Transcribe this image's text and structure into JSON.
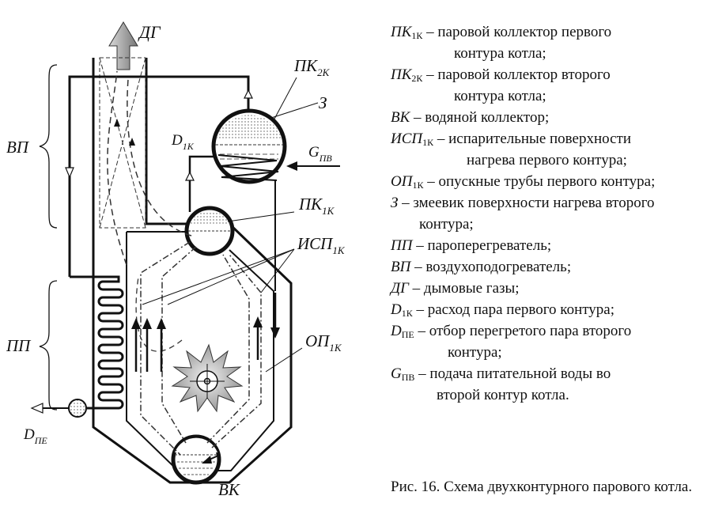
{
  "labels": {
    "dg": "ДГ",
    "pk2_main": "ПК",
    "pk2_sub": "2К",
    "z": "З",
    "d1_main": "D",
    "d1_sub": "1К",
    "gpv_main": "G",
    "gpv_sub": "ПВ",
    "pk1_main": "ПК",
    "pk1_sub": "1К",
    "isp_main": "ИСП",
    "isp_sub": "1К",
    "op_main": "ОП",
    "op_sub": "1К",
    "vp": "ВП",
    "pp": "ПП",
    "dpe_main": "D",
    "dpe_sub": "ПЕ",
    "vk": "ВК"
  },
  "legend": [
    {
      "sym": "ПК",
      "sub": "1К",
      "text": " – паровой коллектор первого",
      "cont": "контура котла;",
      "cont_indent": 80
    },
    {
      "sym": "ПК",
      "sub": "2К",
      "text": " – паровой коллектор второго",
      "cont": "контура котла;",
      "cont_indent": 80
    },
    {
      "sym": "ВК",
      "sub": "",
      "text": " – водяной коллектор;"
    },
    {
      "sym": "ИСП",
      "sub": "1К",
      "text": " – испарительные поверхности",
      "cont": "нагрева первого контура;",
      "cont_indent": 96
    },
    {
      "sym": "ОП",
      "sub": "1К",
      "text": " – опускные трубы первого контура;"
    },
    {
      "sym": "З",
      "sub": "",
      "text": " – змеевик поверхности нагрева второго",
      "cont": "контура;",
      "cont_indent": 36
    },
    {
      "sym": "ПП",
      "sub": "",
      "text": " – пароперегреватель;"
    },
    {
      "sym": "ВП",
      "sub": "",
      "text": " – воздухоподогреватель;"
    },
    {
      "sym": "ДГ",
      "sub": "",
      "text": " – дымовые газы;"
    },
    {
      "sym": "D",
      "sub": "1К",
      "text": " – расход пара первого контура;"
    },
    {
      "sym": "D",
      "sub": "ПЕ",
      "text": " – отбор перегретого пара второго",
      "cont": "контура;",
      "cont_indent": 72
    },
    {
      "sym": "G",
      "sub": "ПВ",
      "text": " – подача питательной воды во",
      "cont": "второй контур котла.",
      "cont_indent": 58
    }
  ],
  "caption": "Рис. 16. Схема двухконтурного парового котла."
}
